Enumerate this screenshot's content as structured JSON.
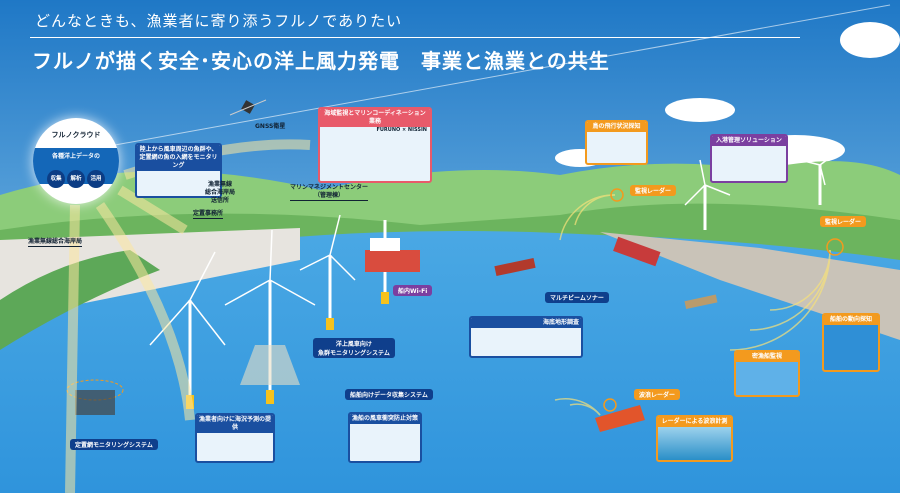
{
  "header": {
    "subtitle": "どんなときも、漁業者に寄り添うフルノでありたい",
    "title": "フルノが描く安全･安心の洋上風力発電　事業と漁業との共生"
  },
  "cloud": {
    "name": "フルノクラウド",
    "caption": "各種洋上データの",
    "chips": [
      "収集",
      "解析",
      "活用"
    ]
  },
  "satellite": {
    "label": "GNSS衛星"
  },
  "boxes": {
    "shore_monitoring": "陸上から風車周辺の魚群や、定置網の魚の入網をモニタリング",
    "control_center": "海域監視とマリンコーディネーション業務",
    "partners": "FURUNO × NISSIN",
    "bird": "鳥の飛行状況探知",
    "port": "入港管理ソリューション",
    "seabed": "海底地形調査",
    "vessel_trend": "船舶の動向探知",
    "poaching": "密漁船監視",
    "wave_measure": "レーダーによる波浪計測",
    "forecast": "漁業者向けに海況予測の提供",
    "collision": "漁船の風車衝突防止対策"
  },
  "labels": {
    "radio_tx": "漁業無線\n総合海岸局\n送信所",
    "mmc": "マリンマネジメントセンター\n（管理棟）",
    "office": "定置事務所",
    "coast_station": "漁業無線総合海岸局",
    "wifi": "船内Wi-Fi",
    "fish_monitor": "洋上風車向け\n魚群モニタリングシステム",
    "net_monitor": "定置網モニタリングシステム",
    "data_collect": "船舶向けデータ収集システム",
    "radar1": "監視レーダー",
    "radar2": "監視レーダー",
    "multibeam": "マルチビームソナー",
    "wave_radar": "波浪レーダー"
  },
  "colors": {
    "sky": "#2a85cf",
    "sea": "#3a9fe0",
    "hill": "#7cc06a",
    "navy": "#1a4fa0",
    "orange": "#f39a1e",
    "purple": "#7b3fa0"
  }
}
